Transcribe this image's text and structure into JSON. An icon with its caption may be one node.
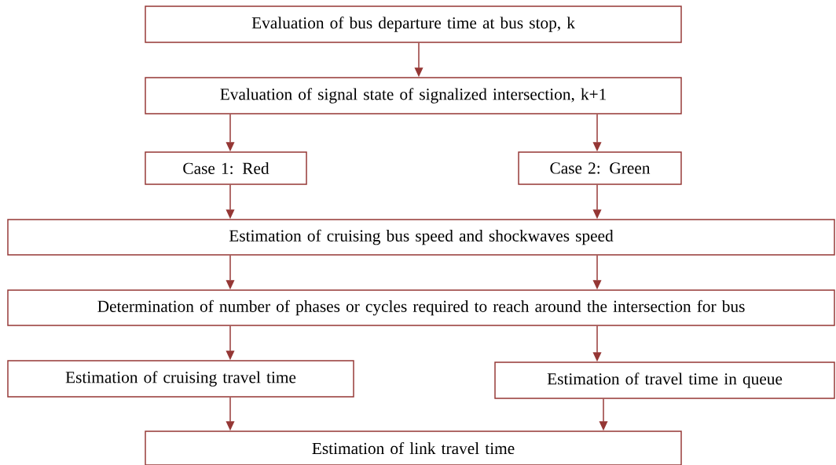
{
  "diagram": {
    "nodes": [
      {
        "text": [
          "Evaluation of bus departure time at bus stop, k"
        ]
      },
      {
        "text": [
          "Evaluation of signal state of signalized intersection, k+1"
        ]
      },
      {
        "text": [
          "Case 1: Red"
        ]
      },
      {
        "text": [
          "Case 2: Green"
        ]
      },
      {
        "text": [
          "Estimation of cruising bus speed and shockwaves speed"
        ]
      },
      {
        "text": [
          "Determination of number of phases or cycles required to reach around the intersection for bus"
        ]
      },
      {
        "text": [
          "Estimation of cruising travel time"
        ]
      },
      {
        "text": [
          "Estimation of travel time in queue"
        ]
      },
      {
        "text": [
          "Estimation of link travel time"
        ]
      }
    ],
    "edges": [
      {
        "from": 0,
        "to": 1,
        "arrow": "to"
      },
      {
        "from": 1,
        "to": 2,
        "arrow": "to"
      },
      {
        "from": 1,
        "to": 3,
        "arrow": "to"
      },
      {
        "from": 2,
        "to": 4,
        "arrow": "to"
      },
      {
        "from": 3,
        "to": 4,
        "arrow": "to"
      },
      {
        "from": 4,
        "to": 5,
        "arrow": "to"
      },
      {
        "from": 4,
        "to": 5,
        "arrow": "to"
      },
      {
        "from": 5,
        "to": 6,
        "arrow": "to"
      },
      {
        "from": 5,
        "to": 7,
        "arrow": "to"
      },
      {
        "from": 6,
        "to": 8,
        "arrow": "to"
      },
      {
        "from": 7,
        "to": 8,
        "arrow": "to"
      }
    ]
  }
}
